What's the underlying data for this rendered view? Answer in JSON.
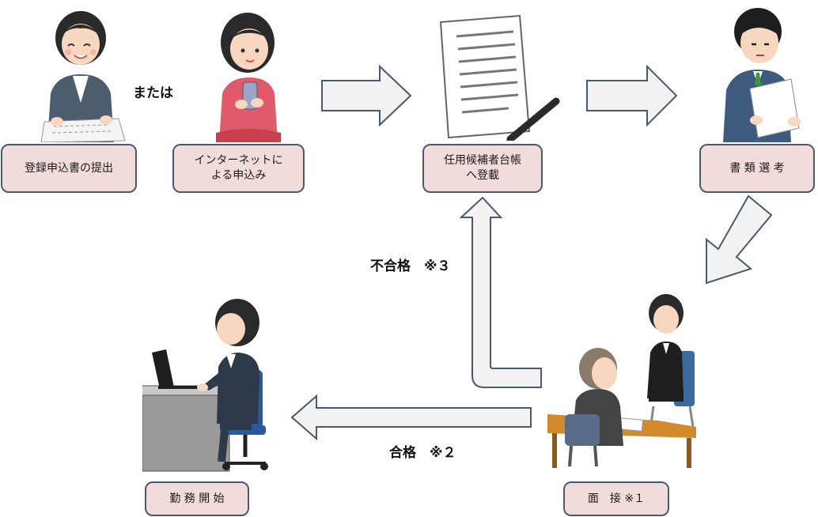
{
  "steps": {
    "submit": "登録申込書の提出",
    "internet": "インターネットに\nよる申込み",
    "register": "任用候補者台帳\nへ登載",
    "screening": "書 類 選 考",
    "interview": "面　接 ※１",
    "start": "勤 務 開 始"
  },
  "labels": {
    "or": "または",
    "fail": "不合格　※３",
    "pass": "合格　※２"
  },
  "colors": {
    "box_fill": "#f2dcdb",
    "box_border": "#4a5a6c",
    "arrow_fill": "#f2f2f2",
    "arrow_stroke": "#4a5a6c"
  }
}
